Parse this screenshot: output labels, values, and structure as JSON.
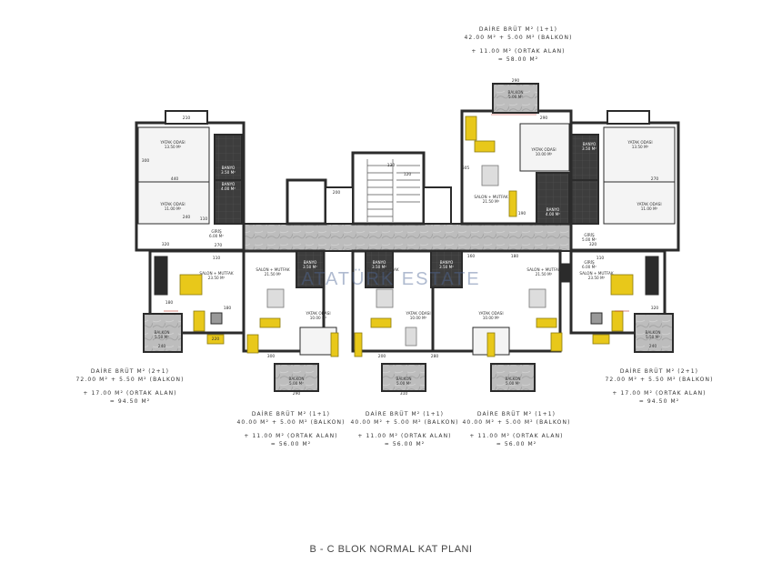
{
  "title": "B - C  BLOK NORMAL KAT PLANI",
  "watermark": "ATATÜRK ESTATE",
  "colors": {
    "wall": "#2b2b2b",
    "marble": "#b9b9b9",
    "wet_area": "#3a3a3a",
    "furniture": "#e8c81a",
    "accent_line": "#c0392b"
  },
  "annotations": {
    "top": [
      "DAİRE BRÜT M² (1+1)",
      "42.00 M² + 5.00 M² (BALKON)",
      "+ 11.00 M² (ORTAK ALAN)",
      "= 58.00 M²"
    ],
    "left": [
      "DAİRE BRÜT M² (2+1)",
      "72.00 M² + 5.50 M² (BALKON)",
      "+ 17.00 M² (ORTAK ALAN)",
      "= 94.50 M²"
    ],
    "right": [
      "DAİRE BRÜT M² (2+1)",
      "72.00 M² + 5.50 M² (BALKON)",
      "+ 17.00 M² (ORTAK ALAN)",
      "= 94.50 M²"
    ],
    "mid1": [
      "DAİRE BRÜT M² (1+1)",
      "40.00 M² + 5.00 M² (BALKON)",
      "+ 11.00 M² (ORTAK ALAN)",
      "= 56.00 M²"
    ],
    "mid2": [
      "DAİRE BRÜT M² (1+1)",
      "40.00 M² + 5.00 M² (BALKON)",
      "+ 11.00 M² (ORTAK ALAN)",
      "= 56.00 M²"
    ],
    "mid3": [
      "DAİRE BRÜT M² (1+1)",
      "40.00 M² + 5.00 M² (BALKON)",
      "+ 11.00 M² (ORTAK ALAN)",
      "= 56.00 M²"
    ]
  },
  "rooms": [
    {
      "id": "top-balkon",
      "name": "BALKON",
      "area": "5.00 M²"
    },
    {
      "id": "top-yatak",
      "name": "YATAK ODASI",
      "area": "10.00 M²"
    },
    {
      "id": "top-banyo",
      "name": "BANYO",
      "area": "3.50 M²"
    },
    {
      "id": "top-salon",
      "name": "SALON + MUTFAK",
      "area": "21.50 M²"
    },
    {
      "id": "top-banyo2",
      "name": "BANYO",
      "area": "4.00 M²"
    },
    {
      "id": "top-giris",
      "name": "GİRİŞ",
      "area": "5.00 M²"
    },
    {
      "id": "l-yatak1",
      "name": "YATAK ODASI",
      "area": "13.50 M²"
    },
    {
      "id": "l-banyo1",
      "name": "BANYO",
      "area": "3.50 M²"
    },
    {
      "id": "l-banyo2",
      "name": "BANYO",
      "area": "4.00 M²"
    },
    {
      "id": "l-yatak2",
      "name": "YATAK ODASI",
      "area": "11.00 M²"
    },
    {
      "id": "l-giris",
      "name": "GİRİŞ",
      "area": "6.00 M²"
    },
    {
      "id": "l-salon",
      "name": "SALON + MUTFAK",
      "area": "23.50 M²"
    },
    {
      "id": "l-balkon",
      "name": "BALKON",
      "area": "5.50 M²"
    },
    {
      "id": "r-yatak1",
      "name": "YATAK ODASI",
      "area": "13.50 M²"
    },
    {
      "id": "r-yatak2",
      "name": "YATAK ODASI",
      "area": "11.00 M²"
    },
    {
      "id": "r-giris",
      "name": "GİRİŞ",
      "area": "6.00 M²"
    },
    {
      "id": "r-salon",
      "name": "SALON + MUTFAK",
      "area": "23.50 M²"
    },
    {
      "id": "r-balkon",
      "name": "BALKON",
      "area": "5.50 M²"
    },
    {
      "id": "m1-salon",
      "name": "SALON + MUTFAK",
      "area": "21.50 M²"
    },
    {
      "id": "m1-yatak",
      "name": "YATAK ODASI",
      "area": "10.00 M²"
    },
    {
      "id": "m1-banyo",
      "name": "BANYO",
      "area": "3.50 M²"
    },
    {
      "id": "m1-balkon",
      "name": "BALKON",
      "area": "5.00 M²"
    },
    {
      "id": "m2-salon",
      "name": "SALON + MUTFAK",
      "area": "21.50 M²"
    },
    {
      "id": "m2-yatak",
      "name": "YATAK ODASI",
      "area": "10.00 M²"
    },
    {
      "id": "m2-banyo",
      "name": "BANYO",
      "area": "3.50 M²"
    },
    {
      "id": "m2-balkon",
      "name": "BALKON",
      "area": "5.00 M²"
    },
    {
      "id": "m3-salon",
      "name": "SALON + MUTFAK",
      "area": "21.50 M²"
    },
    {
      "id": "m3-yatak",
      "name": "YATAK ODASI",
      "area": "10.00 M²"
    },
    {
      "id": "m3-banyo",
      "name": "BANYO",
      "area": "3.50 M²"
    },
    {
      "id": "m3-balkon",
      "name": "BALKON",
      "area": "5.00 M²"
    }
  ],
  "dimensions": [
    "290",
    "290",
    "210",
    "300",
    "440",
    "240",
    "110",
    "320",
    "270",
    "110",
    "180",
    "130",
    "120",
    "200",
    "190",
    "605",
    "240",
    "180",
    "320",
    "220",
    "300",
    "290",
    "310",
    "200",
    "280",
    "160",
    "180",
    "240",
    "320",
    "110",
    "270"
  ]
}
